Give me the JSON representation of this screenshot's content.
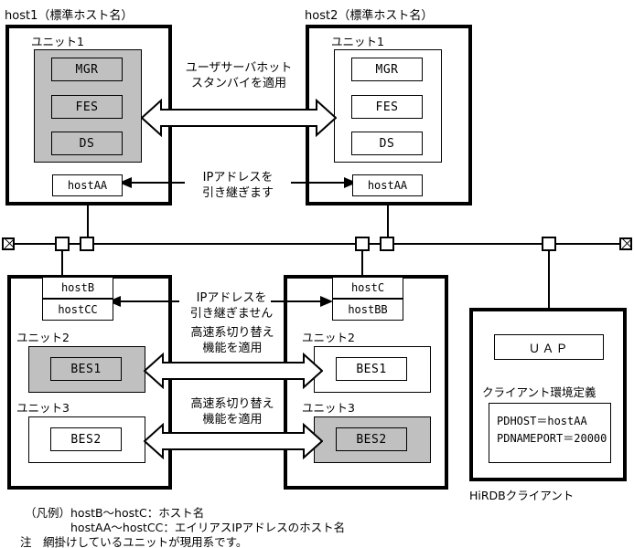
{
  "diagram": {
    "hosts": {
      "host1": {
        "title": "host1（標準ホスト名）",
        "unit_label": "ユニット1",
        "servers": [
          "MGR",
          "FES",
          "DS"
        ],
        "alias": "hostAA",
        "shaded": true
      },
      "host2": {
        "title": "host2（標準ホスト名）",
        "unit_label": "ユニット1",
        "servers": [
          "MGR",
          "FES",
          "DS"
        ],
        "alias": "hostAA",
        "shaded": false
      },
      "host3": {
        "name": "hostB",
        "alias": "hostCC",
        "units": [
          {
            "label": "ユニット2",
            "server": "BES1",
            "shaded": true
          },
          {
            "label": "ユニット3",
            "server": "BES2",
            "shaded": false
          }
        ]
      },
      "host4": {
        "name": "hostC",
        "alias": "hostBB",
        "units": [
          {
            "label": "ユニット2",
            "server": "BES1",
            "shaded": false
          },
          {
            "label": "ユニット3",
            "server": "BES2",
            "shaded": true
          }
        ]
      }
    },
    "client": {
      "uap_label": "ＵＡＰ",
      "env_title": "クライアント環境定義",
      "env_lines": [
        "PDHOST＝hostAA",
        "PDNAMEPORT＝20000"
      ],
      "caption": "HiRDBクライアント"
    },
    "annotations": {
      "hot_standby": "ユーザサーバホット\nスタンバイを適用",
      "ip_takeover": "IPアドレスを\n引き継ぎます",
      "ip_no_takeover": "IPアドレスを\n引き継ぎません",
      "fast_switch_1": "高速系切り替え\n機能を適用",
      "fast_switch_2": "高速系切り替え\n機能を適用"
    },
    "legend": {
      "line1": "（凡例）hostB〜hostC：ホスト名",
      "line2": "hostAA〜hostCC：エイリアスIPアドレスのホスト名",
      "line3": "注　網掛けしているユニットが現用系です。"
    },
    "colors": {
      "shade": "#c0c0c0",
      "line": "#000000",
      "background": "#ffffff"
    }
  }
}
